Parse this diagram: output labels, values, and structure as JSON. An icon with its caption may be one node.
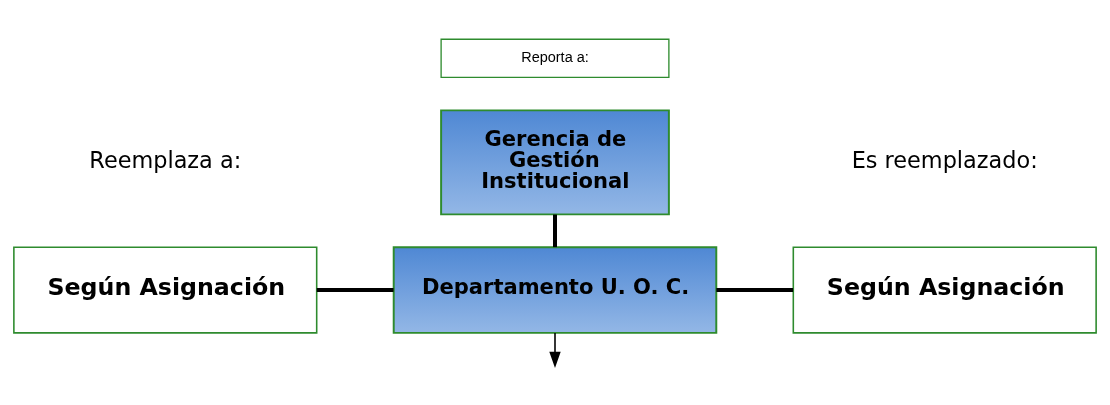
{
  "diagram": {
    "nodes": [
      {
        "text": [
          "Reporta a:"
        ]
      },
      {
        "text": [
          "Gerencia de Gestión Institucional"
        ]
      },
      {
        "text": [
          "Según Asignación"
        ]
      },
      {
        "text": [
          "Departamento U. O. C."
        ]
      },
      {
        "text": [
          "Según Asignación"
        ]
      }
    ],
    "edges": [
      {
        "from": 1,
        "to": 3,
        "arrow": "none"
      },
      {
        "from": 2,
        "to": 3,
        "arrow": "none"
      },
      {
        "from": 3,
        "to": 4,
        "arrow": "none"
      },
      {
        "from": 3,
        "to": null,
        "arrow": "to"
      }
    ],
    "labels": [
      "Reemplaza a:",
      "Es reemplazado:"
    ]
  }
}
